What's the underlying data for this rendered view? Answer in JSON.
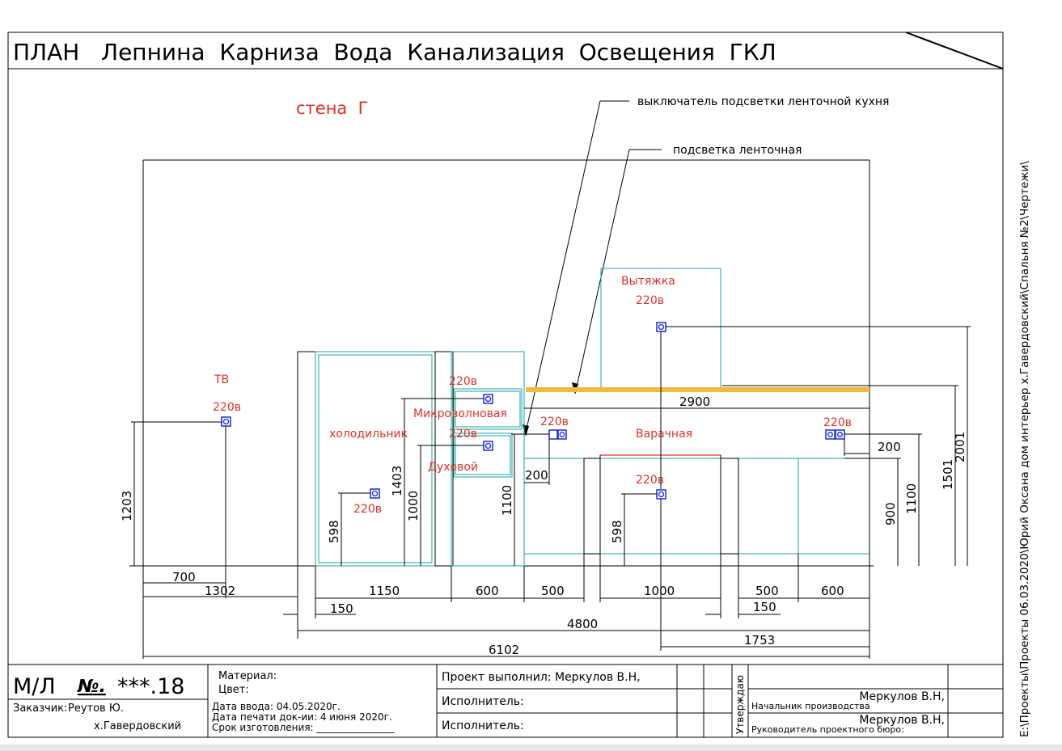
{
  "header": {
    "title": "ПЛАН   Лепнина  Карниза  Вода  Канализация  Освещения  ГКЛ",
    "side_path": "E:\\Проекты\\Проекты 06.03.2020\\Юрий Оксана дом интерьер х.Гавердовский\\Спальня №2\\Чертежи\\"
  },
  "drawing": {
    "wall_label": "стена  Г",
    "callouts": {
      "switch": "выключатель подсветки ленточной кухня",
      "strip": "подсветка ленточная"
    },
    "labels": {
      "tv": "ТВ",
      "fridge": "холодильник",
      "microwave": "Микроволновая",
      "oven": "Духовой",
      "hood": "Вытяжка",
      "cooktop": "Варачная",
      "v220": "220в"
    },
    "dims": {
      "d700": "700",
      "d1302": "1302",
      "d1150": "1150",
      "d600a": "600",
      "d500a": "500",
      "d1000": "1000",
      "d500b": "500",
      "d600b": "600",
      "d150a": "150",
      "d150b": "150",
      "d4800": "4800",
      "d1753": "1753",
      "d6102": "6102",
      "d2900": "2900",
      "d200a": "200",
      "d200b": "200",
      "v1203": "1203",
      "v598a": "598",
      "v1403": "1403",
      "v1000": "1000",
      "v1100a": "1100",
      "v598b": "598",
      "v900": "900",
      "v1100b": "1100",
      "v1501": "1501",
      "v2001": "2001"
    }
  },
  "title_block": {
    "ml_label": "М/Л",
    "no_label": "№.",
    "no_value": "***.18",
    "customer_label": "Заказчик:",
    "customer_name": "Реутов Ю.",
    "customer_place": "х.Гавердовский",
    "material": "Материал:",
    "color": "Цвет:",
    "date_in": "Дата ввода: 04.05.2020г.",
    "date_print": "Дата печати док-ии: 4 июня 2020г.",
    "deadline": "Срок изготовления: ________________",
    "project_by": "Проект выполнил: Меркулов В.Н,",
    "executor1": "Исполнитель:",
    "executor2": "Исполнитель:",
    "approve": "Утверждаю",
    "signer1_name": "Меркулов В.Н,",
    "signer1_role": "Начальник производства",
    "signer2_name": "Меркулов В.Н,",
    "signer2_role": "Руководитель проектного бюро:"
  },
  "colors": {
    "annotation": "#e0302a",
    "outline": "#19a6a6",
    "socket": "#1a2cd8",
    "led_strip": "#f5b93a"
  }
}
